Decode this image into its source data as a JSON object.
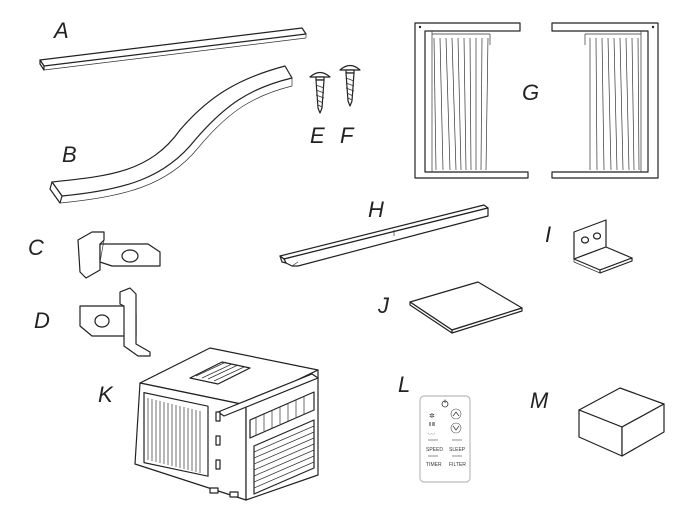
{
  "parts": [
    {
      "letter": "A",
      "icon": "top-rail"
    },
    {
      "letter": "B",
      "icon": "foam-seal"
    },
    {
      "letter": "C",
      "icon": "bracket-left"
    },
    {
      "letter": "D",
      "icon": "bracket-right"
    },
    {
      "letter": "E",
      "icon": "screw"
    },
    {
      "letter": "F",
      "icon": "screw"
    },
    {
      "letter": "G",
      "icon": "side-curtain-panels"
    },
    {
      "letter": "H",
      "icon": "sill-channel"
    },
    {
      "letter": "I",
      "icon": "l-bracket"
    },
    {
      "letter": "J",
      "icon": "foam-pad"
    },
    {
      "letter": "K",
      "icon": "air-conditioner-unit"
    },
    {
      "letter": "L",
      "icon": "remote-control"
    },
    {
      "letter": "M",
      "icon": "foam-block"
    }
  ],
  "remote": {
    "left_labels": [
      "SPEED",
      "TIMER"
    ],
    "right_labels": [
      "SLEEP",
      "FILTER"
    ]
  }
}
